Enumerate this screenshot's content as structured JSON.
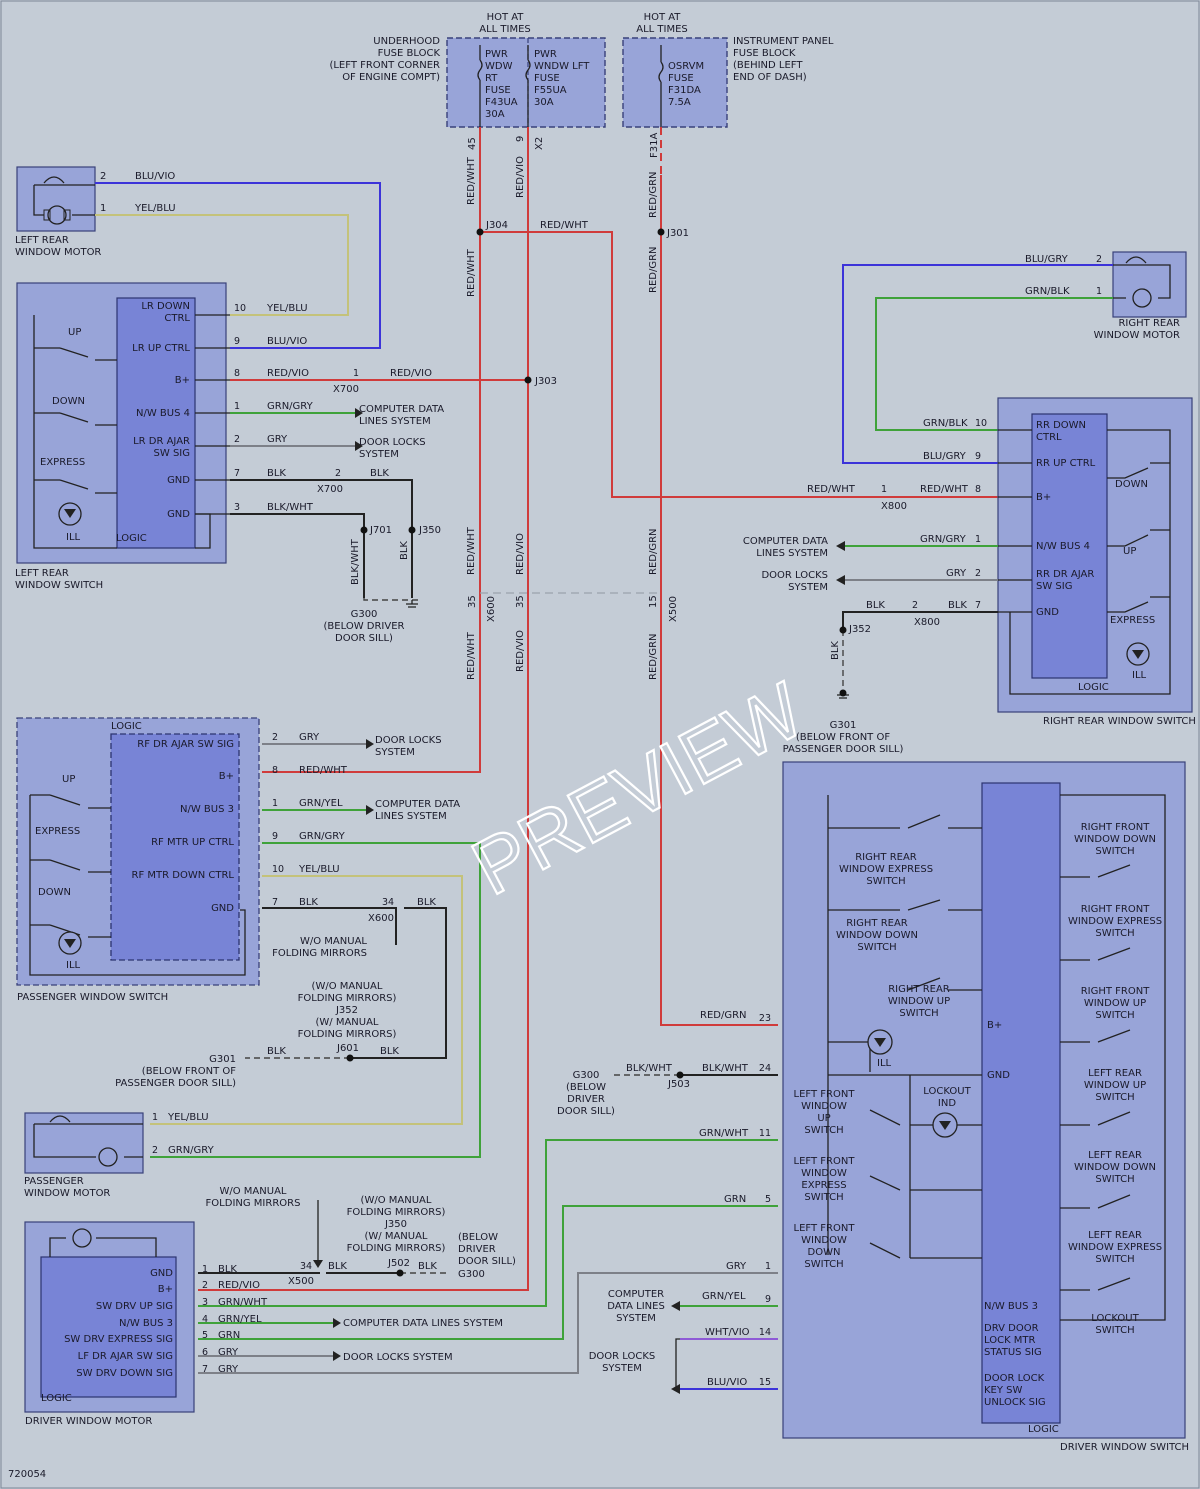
{
  "diagram_id": "720054",
  "watermark": "PREVIEW",
  "colors": {
    "red": "#d03b3b",
    "blue": "#3c33d9",
    "yellow": "#c4c27a",
    "green": "#3fa23a",
    "gray": "#7d8088",
    "black": "#222222",
    "violet": "#8e5ad6"
  },
  "fuses": {
    "hot1": [
      "HOT AT",
      "ALL TIMES"
    ],
    "hot2": [
      "HOT AT",
      "ALL TIMES"
    ],
    "underhood": [
      "UNDERHOOD",
      "FUSE BLOCK",
      "(LEFT FRONT CORNER",
      "OF ENGINE COMPT)"
    ],
    "panel": [
      "INSTRUMENT PANEL",
      "FUSE BLOCK",
      "(BEHIND LEFT",
      "END OF DASH)"
    ],
    "f43": [
      "PWR",
      "WDW",
      "RT",
      "FUSE",
      "F43UA",
      "30A"
    ],
    "f55": [
      "PWR",
      "WNDW LFT",
      "FUSE",
      "F55UA",
      "30A"
    ],
    "f31": [
      "OSRVM",
      "FUSE",
      "F31DA",
      "7.5A"
    ]
  },
  "lr_motor": {
    "name": [
      "LEFT REAR",
      "WINDOW MOTOR"
    ],
    "pin2": "2",
    "pin1": "1",
    "w2": "BLU/VIO",
    "w1": "YEL/BLU"
  },
  "lr_switch": {
    "name": [
      "LEFT REAR",
      "WINDOW SWITCH"
    ],
    "logic": "LOGIC",
    "ill": "ILL",
    "sw": [
      "UP",
      "DOWN",
      "EXPRESS"
    ],
    "terms": [
      [
        "LR DOWN",
        "CTRL"
      ],
      [
        "LR UP CTRL"
      ],
      [
        "B+"
      ],
      [
        "N/W BUS 4"
      ],
      [
        "LR DR AJAR",
        "SW SIG"
      ],
      [
        "GND"
      ],
      [
        "GND"
      ]
    ],
    "pins": [
      "10",
      "9",
      "8",
      "1",
      "2",
      "7",
      "3"
    ],
    "wires": [
      "YEL/BLU",
      "BLU/VIO",
      "RED/VIO",
      "GRN/GRY",
      "GRY",
      "BLK",
      "BLK/WHT"
    ],
    "dest_cd": [
      "COMPUTER DATA",
      "LINES SYSTEM"
    ],
    "dest_dl": [
      "DOOR LOCKS",
      "SYSTEM"
    ],
    "x700a": "X700",
    "x700b": "X700",
    "red_vio": "RED/VIO",
    "pin_1": "1",
    "pin_2": "2",
    "blk": "BLK",
    "j701": "J701",
    "j350": "J350",
    "blkwht": "BLK/WHT",
    "blkv": "BLK",
    "g300": [
      "G300",
      "(BELOW DRIVER",
      "DOOR SILL)"
    ]
  },
  "center": {
    "p45": "45",
    "px2": "X2",
    "p9": "9",
    "pf31": "F31A",
    "redwht": "RED/WHT",
    "redvio": "RED/VIO",
    "redgrn": "RED/GRN",
    "j304": "J304",
    "j301": "J301",
    "j303": "J303",
    "topred": "RED/WHT",
    "p35a": "35",
    "x600": "X600",
    "p35b": "35",
    "p15": "15",
    "x500": "X500"
  },
  "rr_motor": {
    "name": [
      "RIGHT REAR",
      "WINDOW MOTOR"
    ],
    "w2": "BLU/GRY",
    "w1": "GRN/BLK",
    "pin2": "2",
    "pin1": "1"
  },
  "rr_switch": {
    "name": "RIGHT REAR WINDOW SWITCH",
    "logic": "LOGIC",
    "ill": "ILL",
    "sw": [
      "DOWN",
      "UP",
      "EXPRESS"
    ],
    "terms": [
      [
        "RR DOWN",
        "CTRL"
      ],
      [
        "RR UP CTRL"
      ],
      [
        "B+"
      ],
      [
        "N/W BUS 4"
      ],
      [
        "RR DR AJAR",
        "SW SIG"
      ],
      [
        "GND"
      ]
    ],
    "pins": [
      "10",
      "9",
      "8",
      "1",
      "2",
      "7"
    ],
    "wires": [
      "GRN/BLK",
      "BLU/GRY",
      "RED/WHT",
      "GRN/GRY",
      "GRY",
      "BLK"
    ],
    "redwht_left": "RED/WHT",
    "x800a": "X800",
    "pin1": "1",
    "blk_left": "BLK",
    "pin2": "2",
    "x800b": "X800",
    "dest_cd": [
      "COMPUTER DATA",
      "LINES SYSTEM"
    ],
    "dest_dl": [
      "DOOR LOCKS",
      "SYSTEM"
    ],
    "j352": "J352",
    "blkv": "BLK",
    "g301": [
      "G301",
      "(BELOW FRONT OF",
      "PASSENGER DOOR SILL)"
    ]
  },
  "pass_switch": {
    "name": "PASSENGER WINDOW SWITCH",
    "logic": "LOGIC",
    "ill": "ILL",
    "sw": [
      "UP",
      "EXPRESS",
      "DOWN"
    ],
    "terms": [
      "RF DR AJAR SW SIG",
      "B+",
      "N/W BUS 3",
      "RF MTR UP CTRL",
      "RF MTR DOWN CTRL",
      "GND"
    ],
    "pins": [
      "2",
      "8",
      "1",
      "9",
      "10",
      "7"
    ],
    "wires": [
      "GRY",
      "RED/WHT",
      "GRN/YEL",
      "GRN/GRY",
      "YEL/BLU",
      "BLK"
    ],
    "dest_dl": [
      "DOOR LOCKS",
      "SYSTEM"
    ],
    "dest_cd": [
      "COMPUTER DATA",
      "LINES SYSTEM"
    ],
    "p34": "34",
    "blk2": "BLK",
    "x600": "X600",
    "womf": [
      "W/O MANUAL",
      "FOLDING MIRRORS"
    ],
    "j352note": [
      "(W/O MANUAL",
      "FOLDING MIRRORS)",
      "J352",
      "(W/ MANUAL",
      "FOLDING MIRRORS)"
    ],
    "j601": "J601",
    "blk3": "BLK",
    "blk4": "BLK",
    "g301": [
      "G301",
      "(BELOW FRONT OF",
      "PASSENGER DOOR SILL)"
    ]
  },
  "pass_motor": {
    "name": [
      "PASSENGER",
      "WINDOW MOTOR"
    ],
    "pin1": "1",
    "w1": "YEL/BLU",
    "pin2": "2",
    "w2": "GRN/GRY"
  },
  "drv_motor": {
    "name": "DRIVER WINDOW MOTOR",
    "logic": "LOGIC",
    "terms": [
      "GND",
      "B+",
      "SW DRV UP SIG",
      "N/W BUS 3",
      "SW DRV EXPRESS SIG",
      "LF DR AJAR SW SIG",
      "SW DRV DOWN SIG"
    ],
    "pins": [
      "1",
      "2",
      "3",
      "4",
      "5",
      "6",
      "7"
    ],
    "wires": [
      "BLK",
      "RED/VIO",
      "GRN/WHT",
      "GRN/YEL",
      "GRN",
      "GRY",
      "GRY"
    ],
    "dest_cd": "COMPUTER DATA LINES SYSTEM",
    "dest_dl": "DOOR LOCKS SYSTEM",
    "womf": [
      "W/O MANUAL",
      "FOLDING MIRRORS"
    ],
    "p34": "34",
    "blk": "BLK",
    "x500": "X500",
    "j350note": [
      "(W/O MANUAL",
      "FOLDING MIRRORS)",
      "J350",
      "(W/ MANUAL",
      "FOLDING MIRRORS)"
    ],
    "j502": "J502",
    "blk2": "BLK",
    "g300": "G300",
    "g300note": [
      "(BELOW",
      "DRIVER",
      "DOOR SILL)"
    ]
  },
  "drv_switch": {
    "name": "DRIVER WINDOW SWITCH",
    "logic": "LOGIC",
    "left_sw": [
      [
        "RIGHT REAR",
        "WINDOW EXPRESS",
        "SWITCH"
      ],
      [
        "RIGHT REAR",
        "WINDOW DOWN",
        "SWITCH"
      ],
      [
        "RIGHT REAR",
        "WINDOW UP",
        "SWITCH"
      ],
      [
        "LEFT FRONT",
        "WINDOW",
        "UP",
        "SWITCH"
      ],
      [
        "LEFT FRONT",
        "WINDOW",
        "EXPRESS",
        "SWITCH"
      ],
      [
        "LEFT FRONT",
        "WINDOW",
        "DOWN",
        "SWITCH"
      ]
    ],
    "right_sw": [
      [
        "RIGHT FRONT",
        "WINDOW DOWN",
        "SWITCH"
      ],
      [
        "RIGHT FRONT",
        "WINDOW EXPRESS",
        "SWITCH"
      ],
      [
        "RIGHT FRONT",
        "WINDOW UP",
        "SWITCH"
      ],
      [
        "LEFT REAR",
        "WINDOW UP",
        "SWITCH"
      ],
      [
        "LEFT REAR",
        "WINDOW DOWN",
        "SWITCH"
      ],
      [
        "LEFT REAR",
        "WINDOW EXPRESS",
        "SWITCH"
      ],
      [
        "LOCKOUT",
        "SWITCH"
      ]
    ],
    "bplus": "B+",
    "gnd": "GND",
    "ill": "ILL",
    "lockout": [
      "LOCKOUT",
      "IND"
    ],
    "terms": [
      [
        "N/W BUS 3"
      ],
      [
        "DRV DOOR",
        "LOCK MTR",
        "STATUS SIG"
      ],
      [
        "DOOR LOCK",
        "KEY SW",
        "UNLOCK SIG"
      ]
    ],
    "pins": [
      "23",
      "24",
      "11",
      "5",
      "1",
      "9",
      "14",
      "15"
    ],
    "wires": [
      "RED/GRN",
      "BLK/WHT",
      "GRN/WHT",
      "GRN",
      "GRY",
      "GRN/YEL",
      "WHT/VIO",
      "BLU/VIO"
    ],
    "j503": "J503",
    "blkwht": "BLK/WHT",
    "g300": [
      "G300",
      "(BELOW",
      "DRIVER",
      "DOOR SILL)"
    ],
    "dest_cd": [
      "COMPUTER",
      "DATA LINES",
      "SYSTEM"
    ],
    "dest_dl": [
      "DOOR LOCKS",
      "SYSTEM"
    ]
  }
}
